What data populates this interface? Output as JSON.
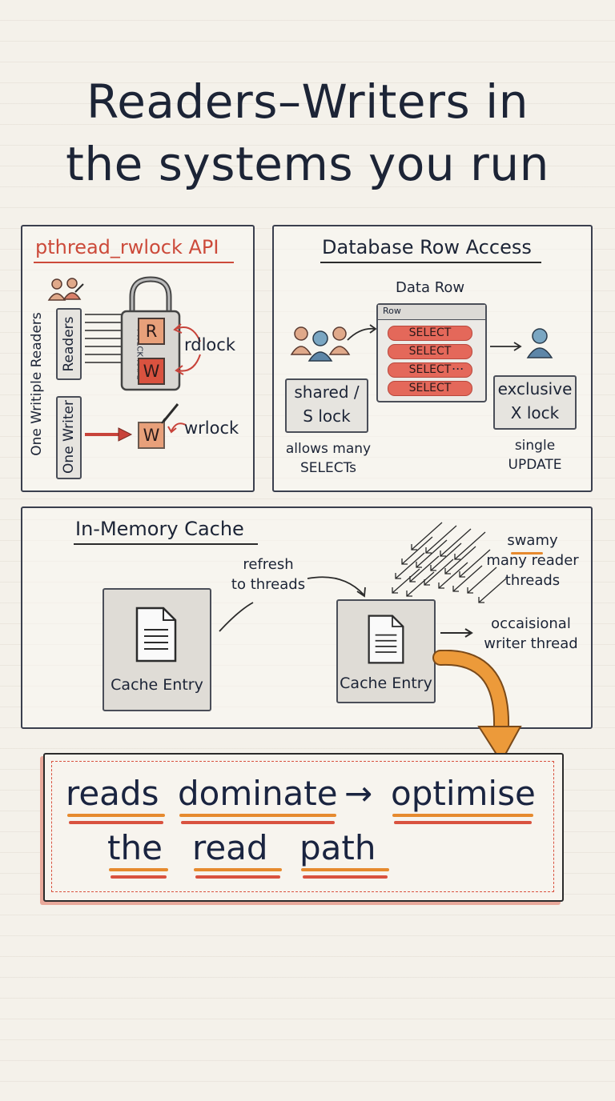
{
  "title": {
    "line1": "Readers–Writers in",
    "line2": "the systems you run"
  },
  "pthread": {
    "title": "pthread_rwlock API",
    "readers_label": "Readers",
    "writer_label": "One Writer",
    "side_label": "One Writiple Readers",
    "lock_label": "PWLCK RAPL",
    "r_label": "R",
    "w_label": "W",
    "rdlock_label": "rdlock",
    "w2_label": "W",
    "wrlock_label": "wrlock"
  },
  "database": {
    "title": "Database Row Access",
    "row_title": "Data Row",
    "row_header": "Row",
    "selects": [
      "SELECT",
      "SELECT",
      "SELECT",
      "SELECT"
    ],
    "ellipsis": "...",
    "shared_lock": [
      "shared /",
      "S lock"
    ],
    "shared_caption": [
      "allows many",
      "SELECTs"
    ],
    "exclusive_lock": [
      "exclusive",
      "X lock"
    ],
    "exclusive_caption": [
      "single",
      "UPDATE"
    ]
  },
  "cache": {
    "title": "In-Memory Cache",
    "refresh_label": [
      "refresh",
      "to threads"
    ],
    "entry1_label": "Cache Entry",
    "entry2_label": "Cache Entry",
    "swarm_label": [
      "swamy",
      "many reader",
      "threads"
    ],
    "writer_label": [
      "occaisional",
      "writer thread"
    ]
  },
  "slogan": {
    "w1": "reads",
    "w2": "dominate",
    "arrow": "→",
    "w3": "optimise",
    "w4": "the",
    "w5": "read",
    "w6": "path"
  },
  "colors": {
    "accent_red": "#d9523f",
    "accent_orange": "#e68a2e",
    "ink": "#1c2436",
    "paper": "#f4f1ea"
  }
}
